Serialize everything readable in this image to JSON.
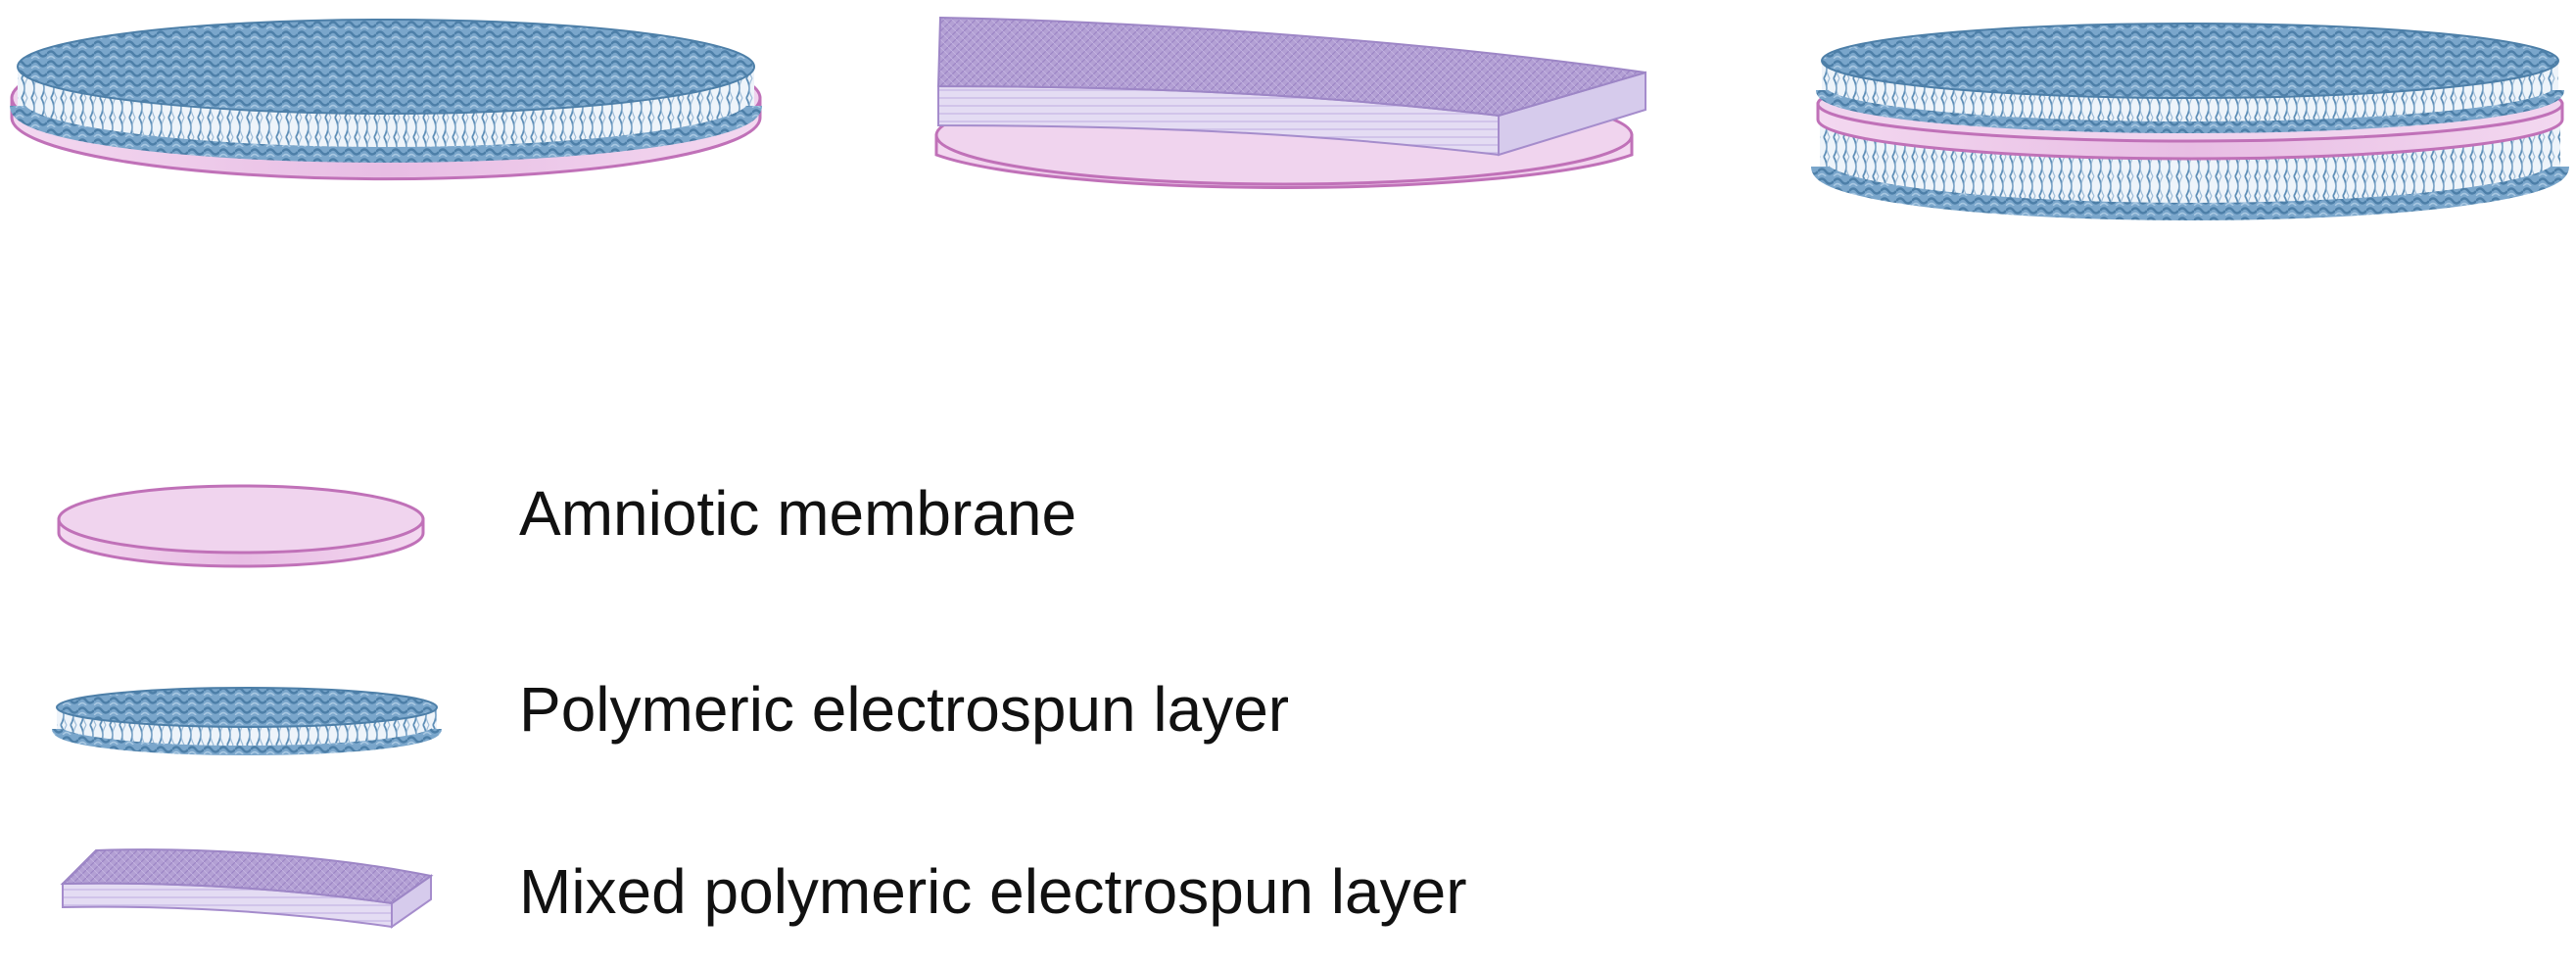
{
  "colors": {
    "amnion_fill": "#f0d4ee",
    "amnion_edge": "#c071b8",
    "amnion_side": "#e6b6e0",
    "fiber_blue": "#6a9cc4",
    "fiber_dark": "#4d7fa8",
    "fiber_light": "#dde9f4",
    "mixed_top": "#b09ad2",
    "mixed_light": "#cdbde6",
    "mixed_side": "#e2d9f2",
    "text": "#111111"
  },
  "legend": {
    "amniotic_membrane": "Amniotic membrane",
    "polymeric_layer": "Polymeric electrospun layer",
    "mixed_layer": "Mixed polymeric electrospun layer"
  }
}
